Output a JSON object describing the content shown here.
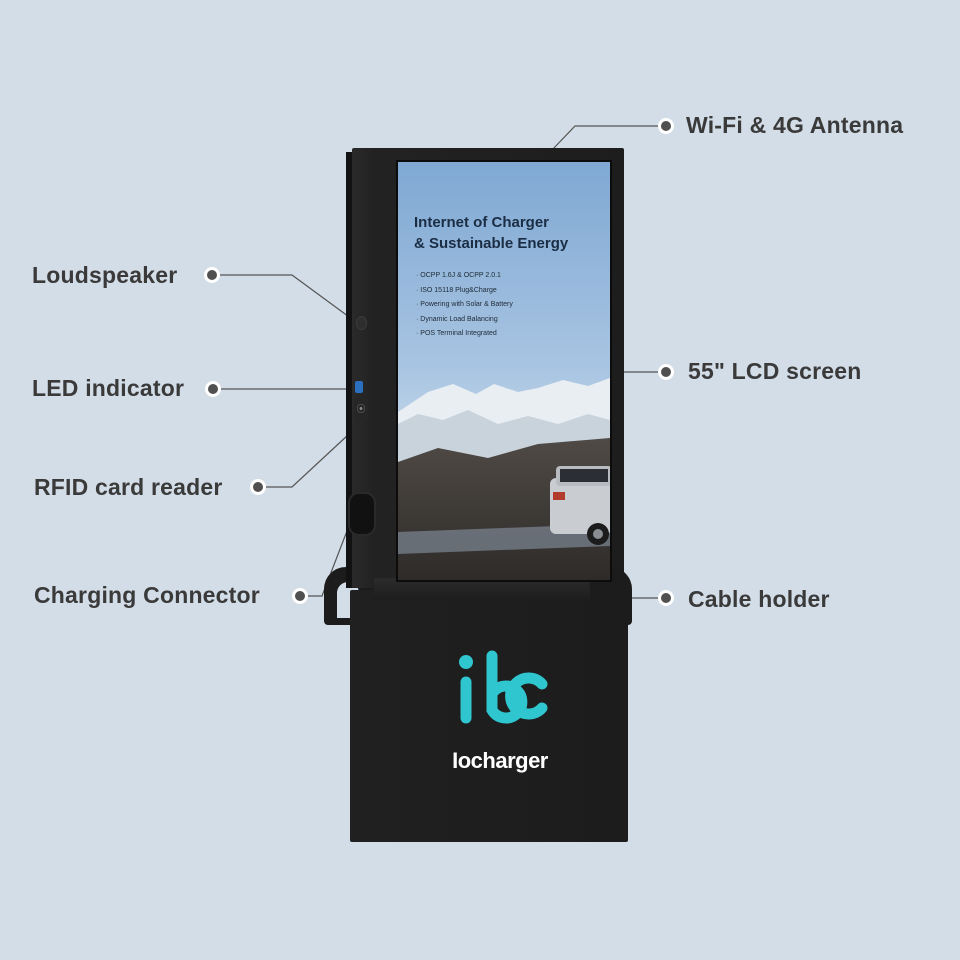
{
  "callouts": {
    "antenna": "Wi-Fi & 4G Antenna",
    "loudspeaker": "Loudspeaker",
    "led": "LED indicator",
    "rfid": "RFID card reader",
    "connector": "Charging Connector",
    "screen": "55\" LCD screen",
    "cable_holder": "Cable holder"
  },
  "screen": {
    "title_line1": "Internet of Charger",
    "title_line2": "& Sustainable Energy",
    "features": [
      "OCPP 1.6J & OCPP 2.0.1",
      "ISO 15118 Plug&Charge",
      "Powering with Solar & Battery",
      "Dynamic Load Balancing",
      "POS Terminal Integrated"
    ]
  },
  "brand": {
    "name": "Iocharger",
    "logo_color": "#2fc6cf"
  },
  "colors": {
    "background": "#d3dde8",
    "charger_body": "#1e1e1e",
    "label_text": "#3a3a3a",
    "led": "#2b6fbf"
  }
}
